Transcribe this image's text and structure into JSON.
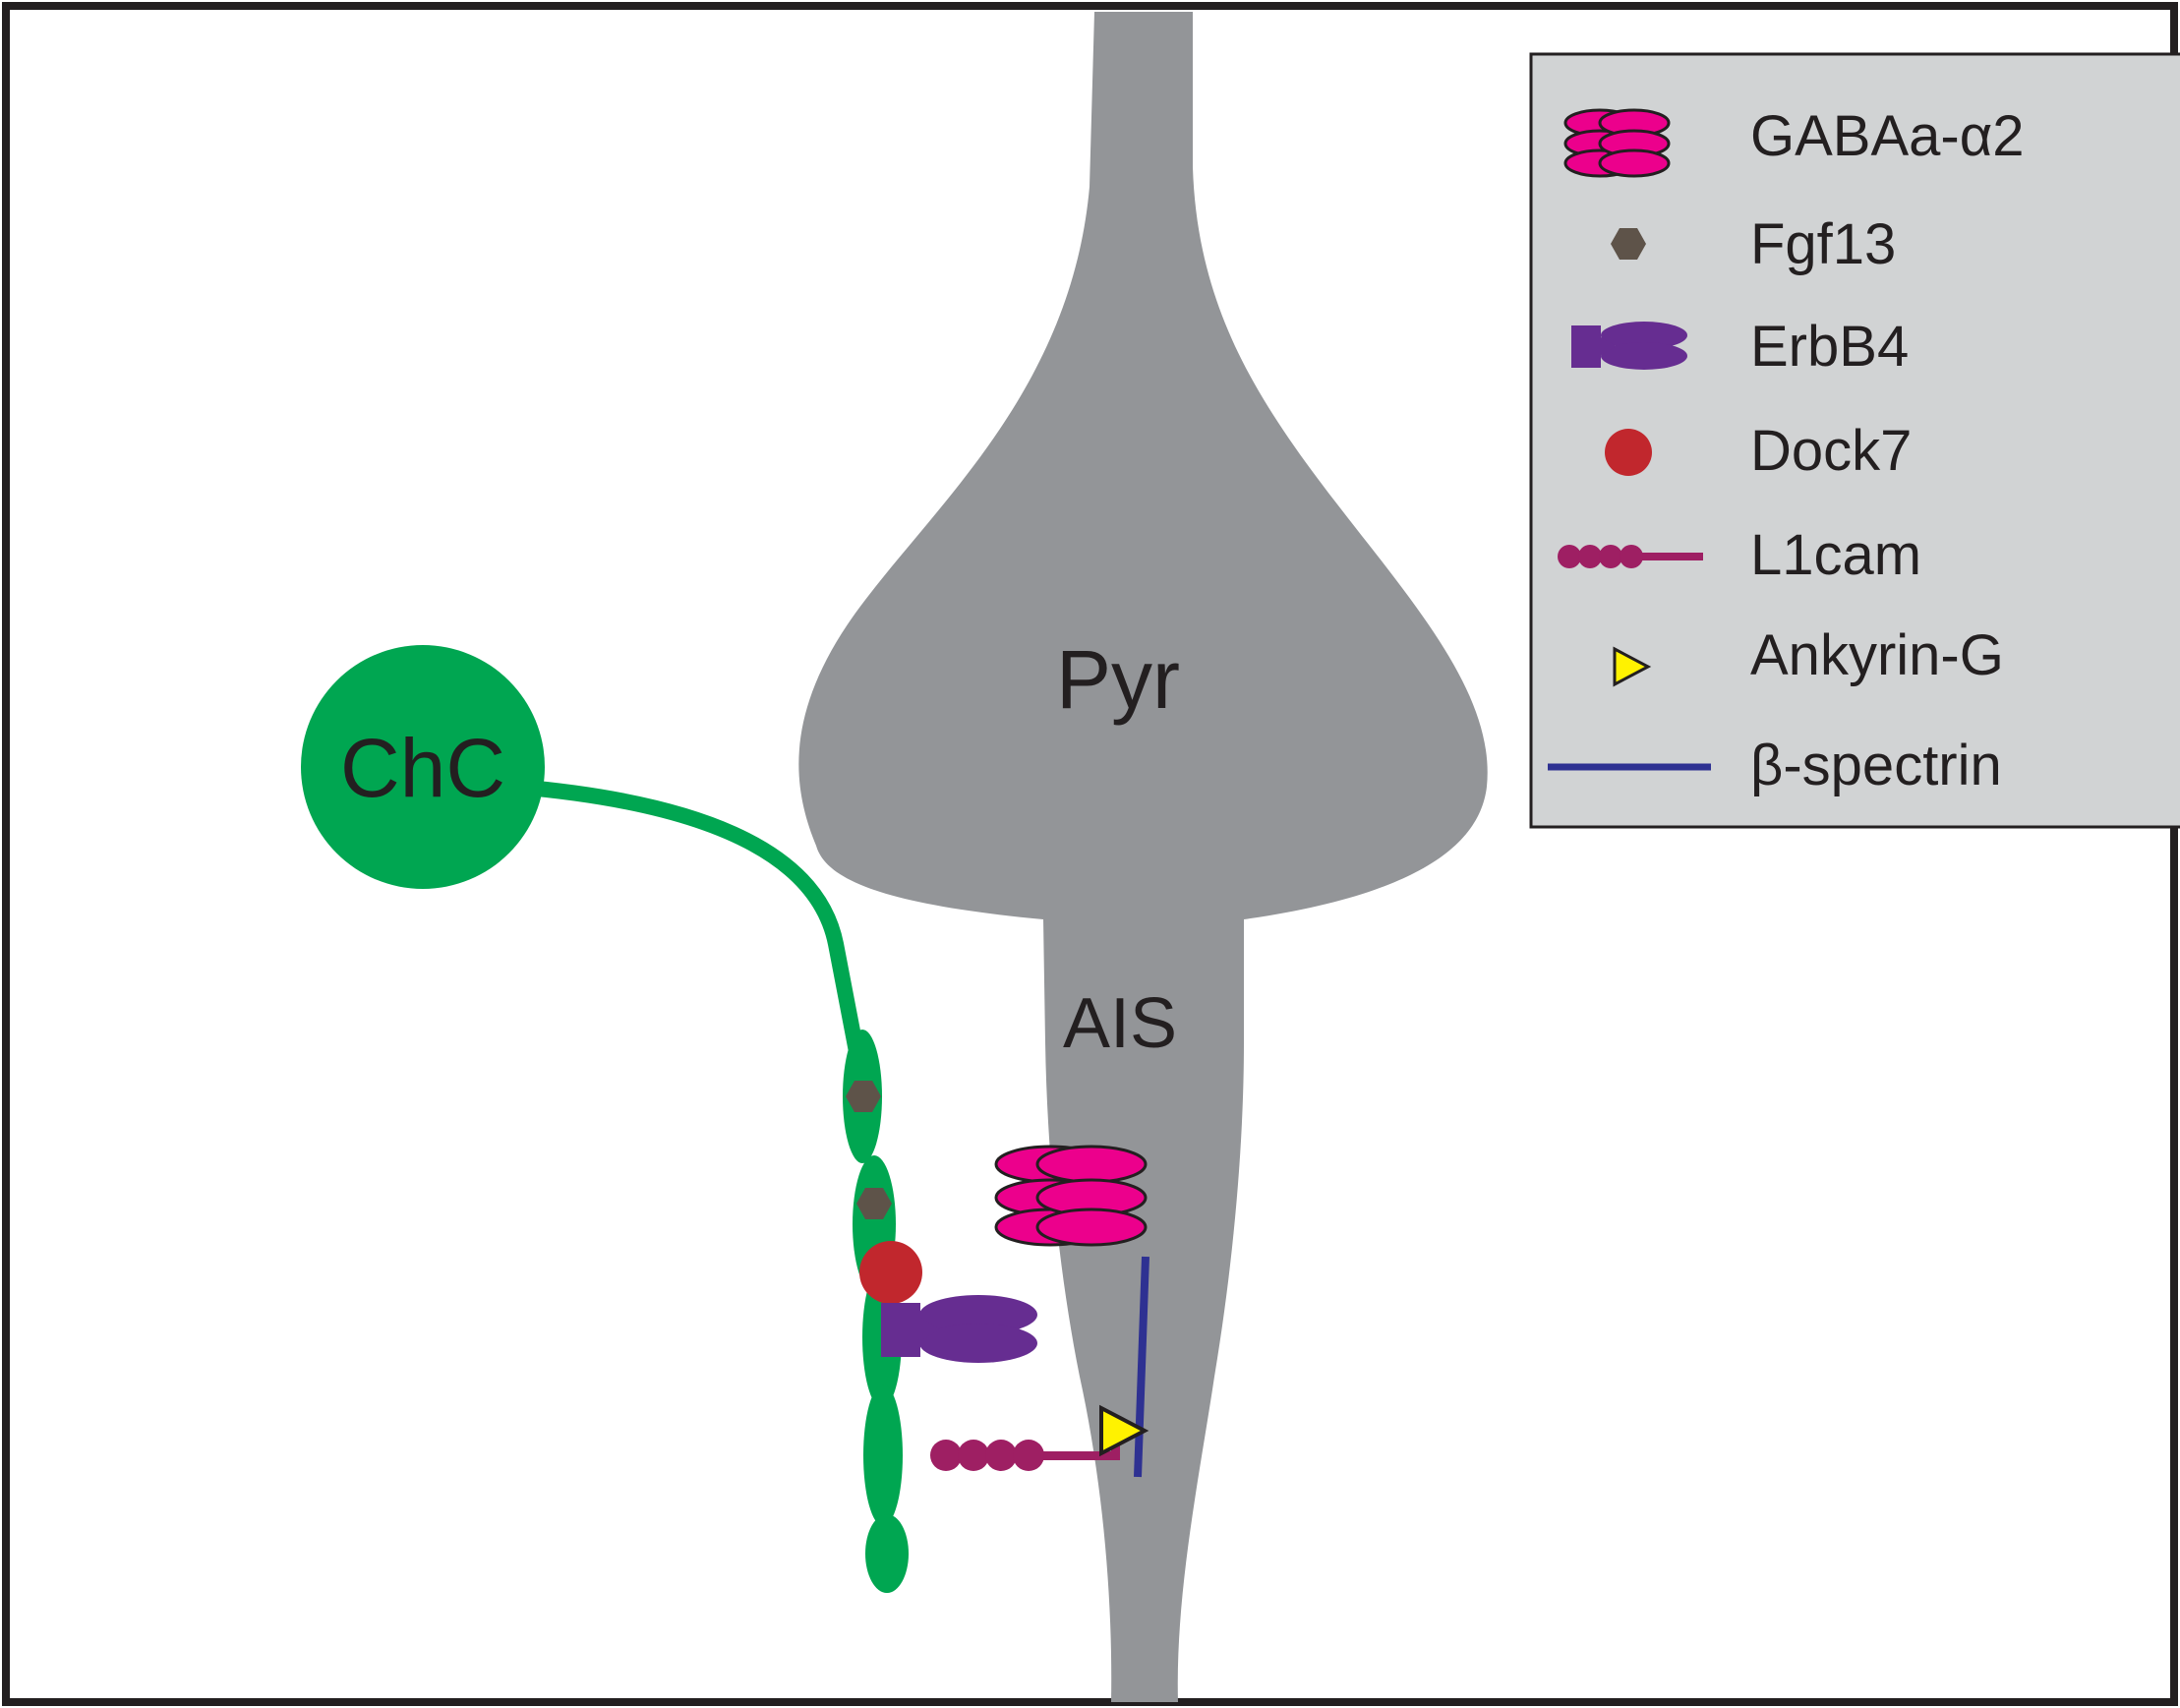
{
  "labels": {
    "pyramidal_cell": "Pyr",
    "axon_initial_segment": "AIS",
    "chandelier_cell": "ChC"
  },
  "legend": {
    "items": [
      {
        "icon": "gabaa-receptor-icon",
        "label": "GABAa-α2",
        "color": "#ec008c"
      },
      {
        "icon": "hexagon-icon",
        "label": "Fgf13",
        "color": "#5e5349"
      },
      {
        "icon": "receptor-dimer-icon",
        "label": "ErbB4",
        "color": "#662d91"
      },
      {
        "icon": "circle-icon",
        "label": "Dock7",
        "color": "#c1272d"
      },
      {
        "icon": "bead-chain-icon",
        "label": "L1cam",
        "color": "#9e1f63"
      },
      {
        "icon": "triangle-icon",
        "label": "Ankyrin-G",
        "color": "#fff200"
      },
      {
        "icon": "line-icon",
        "label": "β-spectrin",
        "color": "#2e3192"
      }
    ]
  },
  "colors": {
    "pyramidal_cell": "#939598",
    "chandelier_cell": "#00a651",
    "legend_background": "#d1d3d4",
    "border": "#231f20"
  }
}
